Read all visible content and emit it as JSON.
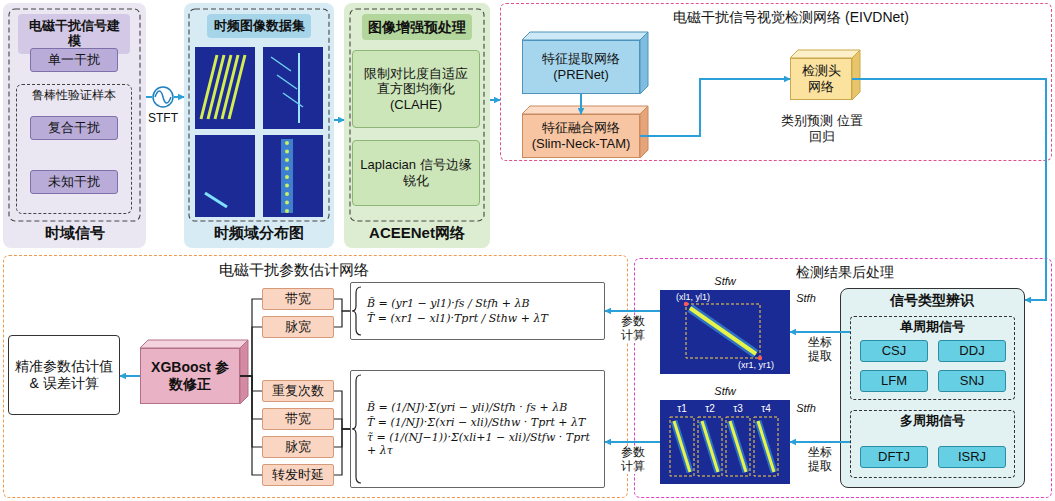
{
  "diagram": {
    "nodes": [
      {
        "text": [
          "时域信号"
        ]
      },
      {
        "text": [
          "电磁干扰信号建模"
        ],
        "in": 0
      },
      {
        "text": [
          "单一干扰"
        ],
        "in": 0
      },
      {
        "text": [
          "鲁棒性验证样本"
        ],
        "in": 0
      },
      {
        "text": [
          "复合干扰"
        ],
        "in": 3
      },
      {
        "text": [
          "未知干扰"
        ],
        "in": 3
      },
      {
        "text": [
          "STFT"
        ]
      },
      {
        "text": [
          "时频域分布图"
        ]
      },
      {
        "text": [
          "时频图像数据集"
        ],
        "in": 7
      },
      {
        "text": [
          "ACEENet网络"
        ]
      },
      {
        "text": [
          "图像增强预处理"
        ],
        "in": 9
      },
      {
        "text": [
          "限制对比度自适应直方图均衡化 (CLAHE)"
        ],
        "in": 9
      },
      {
        "text": [
          "Laplacian 信号边缘锐化"
        ],
        "in": 9
      },
      {
        "text": [
          "电磁干扰信号视觉检测网络 (EIVDNet)"
        ]
      },
      {
        "text": [
          "特征提取网络 (PRENet)"
        ],
        "in": 13
      },
      {
        "text": [
          "特征融合网络 (Slim-Neck-TAM)"
        ],
        "in": 13
      },
      {
        "text": [
          "检测头 网络",
          "类别预测 位置回归"
        ],
        "in": 13
      },
      {
        "text": [
          "检测结果后处理"
        ]
      },
      {
        "text": [
          "Stfw",
          "Stfh",
          "(xl1, yl1)",
          "(xr1, yr1)"
        ],
        "in": 17
      },
      {
        "text": [
          "Stfw",
          "Stfh",
          "τ1",
          "τ2",
          "τ3",
          "τ4"
        ],
        "in": 17
      },
      {
        "text": [
          "信号类型辨识"
        ],
        "in": 17
      },
      {
        "text": [
          "单周期信号"
        ],
        "in": 20
      },
      {
        "text": [
          "CSJ"
        ],
        "in": 21
      },
      {
        "text": [
          "DDJ"
        ],
        "in": 21
      },
      {
        "text": [
          "LFM"
        ],
        "in": 21
      },
      {
        "text": [
          "SNJ"
        ],
        "in": 21
      },
      {
        "text": [
          "多周期信号"
        ],
        "in": 20
      },
      {
        "text": [
          "DFTJ"
        ],
        "in": 26
      },
      {
        "text": [
          "ISRJ"
        ],
        "in": 26
      },
      {
        "text": [
          "电磁干扰参数估计网络"
        ]
      },
      {
        "text": [
          "精准参数估计值 & 误差计算"
        ],
        "in": 29
      },
      {
        "text": [
          "XGBoost 参数修正"
        ],
        "in": 29
      },
      {
        "text": [
          "带宽"
        ],
        "in": 29
      },
      {
        "text": [
          "脉宽"
        ],
        "in": 29
      },
      {
        "text": [
          "重复次数"
        ],
        "in": 29
      },
      {
        "text": [
          "带宽"
        ],
        "in": 29
      },
      {
        "text": [
          "脉宽"
        ],
        "in": 29
      },
      {
        "text": [
          "转发时延"
        ],
        "in": 29
      },
      {
        "text": [
          "B̃ = (yr1 − yl1)·fs / Stfh + λB",
          "T̃ = (xr1 − xl1)·Tprt / Sthw + λT"
        ],
        "in": 29
      },
      {
        "text": [
          "B̃ = (1/NJ)·Σ(yri − yli)/Stfh · fs + λB",
          "T̃ = (1/NJ)·Σ(xri − xli)/Sthw · Tprt + λT",
          "τ̃ = (1/(NJ−1))·Σ(xli+1 − xli)/Stfw · Tprt + λτ"
        ],
        "in": 29
      }
    ],
    "edges": [
      {
        "from": 0,
        "to": 6,
        "arrow": "none"
      },
      {
        "from": 6,
        "to": 7,
        "arrow": "to"
      },
      {
        "from": 7,
        "to": 9,
        "arrow": "to"
      },
      {
        "from": 9,
        "to": 13,
        "arrow": "to"
      },
      {
        "from": 14,
        "to": 15,
        "arrow": "to"
      },
      {
        "from": 15,
        "to": 16,
        "arrow": "to"
      },
      {
        "from": 16,
        "to": 20,
        "arrow": "to"
      },
      {
        "from": 21,
        "to": 18,
        "arrow": "to",
        "label": "坐标提取"
      },
      {
        "from": 26,
        "to": 19,
        "arrow": "to",
        "label": "坐标提取"
      },
      {
        "from": 18,
        "to": 38,
        "arrow": "to",
        "label": "参数计算"
      },
      {
        "from": 19,
        "to": 39,
        "arrow": "to",
        "label": "参数计算"
      },
      {
        "from": 38,
        "to": 32,
        "arrow": "none"
      },
      {
        "from": 38,
        "to": 33,
        "arrow": "none"
      },
      {
        "from": 39,
        "to": 34,
        "arrow": "none"
      },
      {
        "from": 39,
        "to": 35,
        "arrow": "none"
      },
      {
        "from": 39,
        "to": 36,
        "arrow": "none"
      },
      {
        "from": 39,
        "to": 37,
        "arrow": "none"
      },
      {
        "from": 32,
        "to": 31,
        "arrow": "none"
      },
      {
        "from": 33,
        "to": 31,
        "arrow": "none"
      },
      {
        "from": 34,
        "to": 31,
        "arrow": "none"
      },
      {
        "from": 35,
        "to": 31,
        "arrow": "none"
      },
      {
        "from": 36,
        "to": 31,
        "arrow": "none"
      },
      {
        "from": 37,
        "to": 31,
        "arrow": "none"
      },
      {
        "from": 31,
        "to": 30,
        "arrow": "to"
      }
    ]
  }
}
